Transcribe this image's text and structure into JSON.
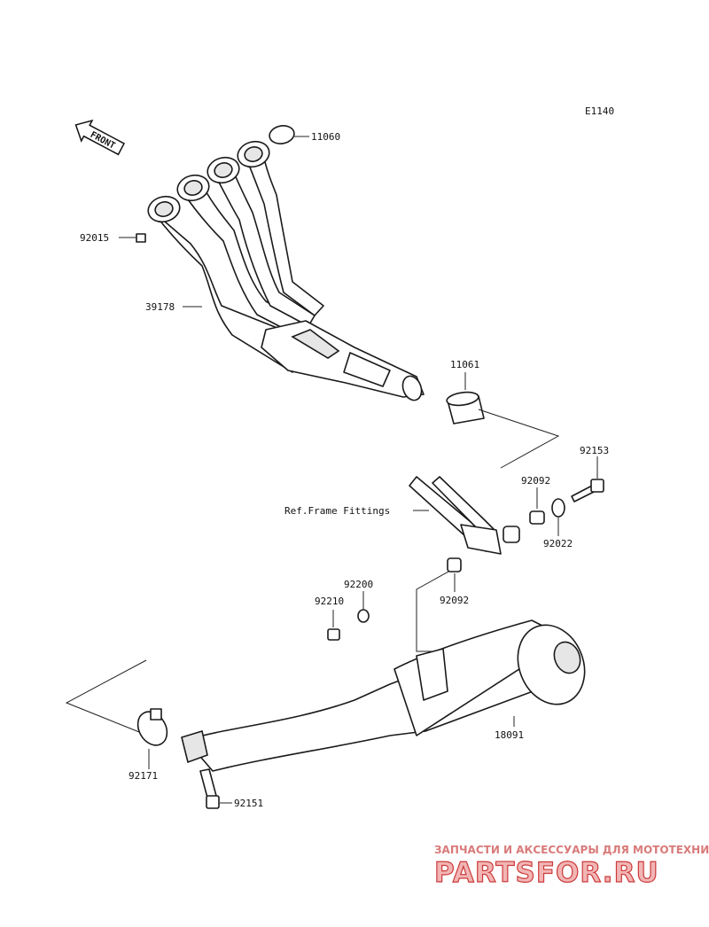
{
  "diagram_code": "E1140",
  "front_arrow_text": "FRONT",
  "ref_label": "Ref.Frame Fittings",
  "parts": {
    "p11060": "11060",
    "p92015": "92015",
    "p39178": "39178",
    "p11061": "11061",
    "p92153": "92153",
    "p92092a": "92092",
    "p92022": "92022",
    "p92092b": "92092",
    "p92200": "92200",
    "p92210": "92210",
    "p18091": "18091",
    "p92171": "92171",
    "p92151": "92151"
  },
  "watermark": {
    "tagline": "ЗАПЧАСТИ И АКСЕССУАРЫ ДЛЯ МОТОТЕХНИКИ",
    "logo": "PARTSFOR.RU",
    "color": "#cc3a3a"
  }
}
